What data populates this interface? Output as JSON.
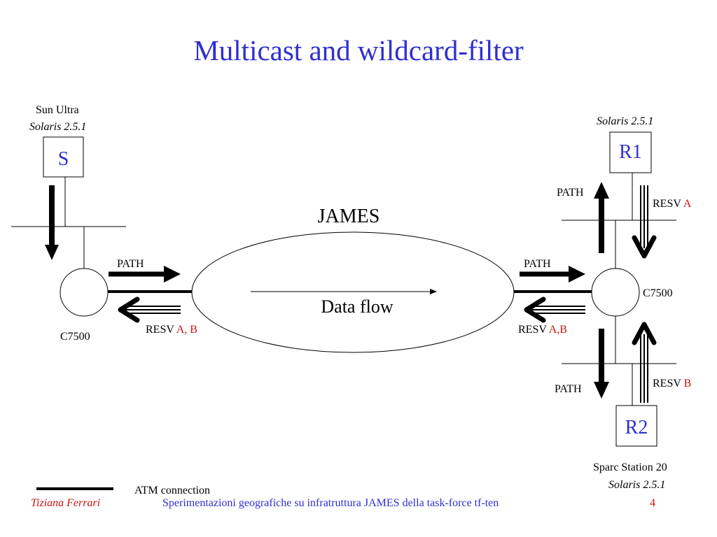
{
  "title": "Multicast and wildcard-filter",
  "sender": {
    "host": "Sun Ultra",
    "os": "Solaris 2.5.1",
    "label": "S",
    "router": "C7500"
  },
  "receiver1": {
    "os": "Solaris 2.5.1",
    "label": "R1"
  },
  "receiver2": {
    "host": "Sparc Station 20",
    "os": "Solaris 2.5.1",
    "label": "R2"
  },
  "right_router": "C7500",
  "network": {
    "name": "JAMES",
    "flow_label": "Data flow"
  },
  "messages": {
    "path": "PATH",
    "resv": "RESV",
    "left_resv_targets": "A, B",
    "right_resv_targets": "A,B",
    "r1_resv_target": "A",
    "r2_resv_target": "B"
  },
  "legend": {
    "atm_label": "ATM connection"
  },
  "footer": {
    "author": "Tiziana Ferrari",
    "text": "Sperimentazioni geografiche su infratruttura JAMES della task-force tf-ten",
    "page": "4"
  },
  "colors": {
    "title": "#2f2fd0",
    "node_label": "#2f2fd0",
    "highlight": "#cc1111",
    "ink": "#000000"
  }
}
